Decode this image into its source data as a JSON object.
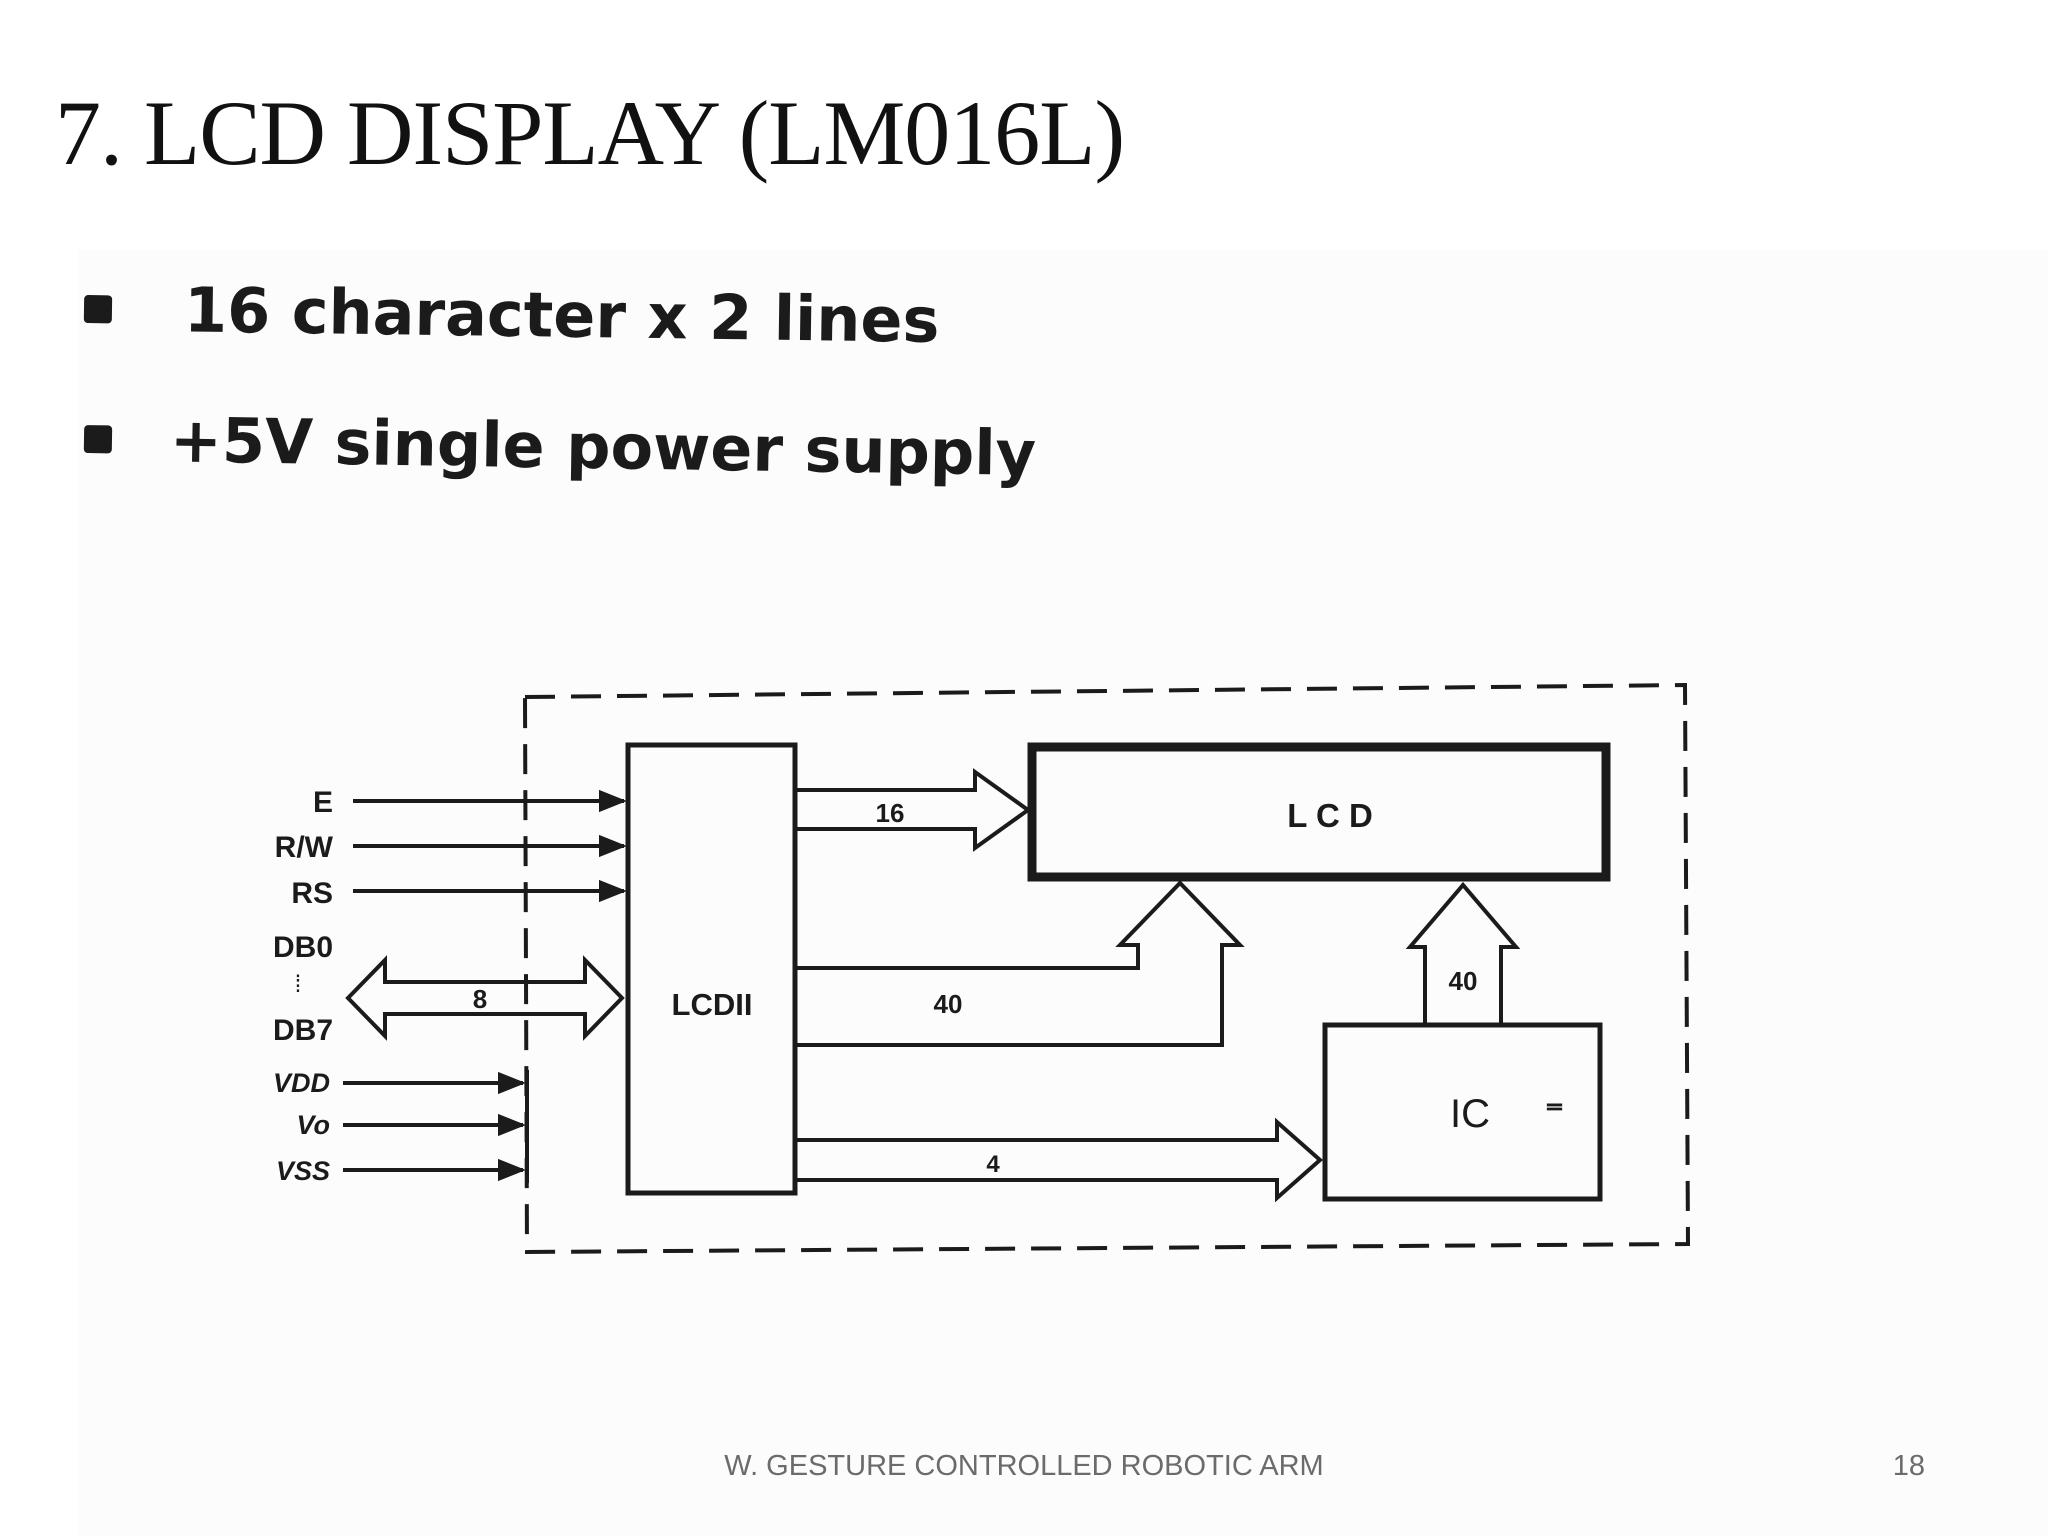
{
  "slide": {
    "title": "7. LCD DISPLAY (LM016L)",
    "bullets": [
      "16 character x 2 lines",
      "+5V single power supply"
    ],
    "footer": "W. GESTURE CONTROLLED ROBOTIC ARM",
    "page_number": "18"
  },
  "diagram": {
    "pin_labels": {
      "e": "E",
      "rw": "R/W",
      "rs": "RS",
      "db0": "DB0",
      "db_sep": "⁞",
      "db7": "DB7",
      "vdd": "VDD",
      "vo": "Vo",
      "vss": "VSS"
    },
    "bus_widths": {
      "data_bus": "8",
      "lcd_column": "16",
      "lcd_row": "40",
      "ic_to_lcd": "40",
      "ic_control": "4"
    },
    "blocks": {
      "controller": "LCDII",
      "display": "L C D",
      "ic": "IC",
      "ic_mark": "⁼"
    }
  }
}
